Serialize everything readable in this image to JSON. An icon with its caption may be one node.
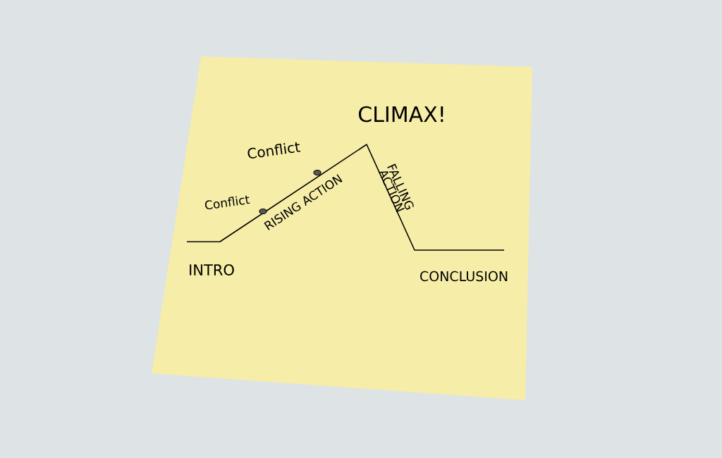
{
  "diagram": {
    "labels": [
      "CLIMAX!",
      "Conflict",
      "Conflict",
      "RISING ACTION",
      "FALLING ACTION",
      "INTRO",
      "CONCLUSION"
    ]
  }
}
